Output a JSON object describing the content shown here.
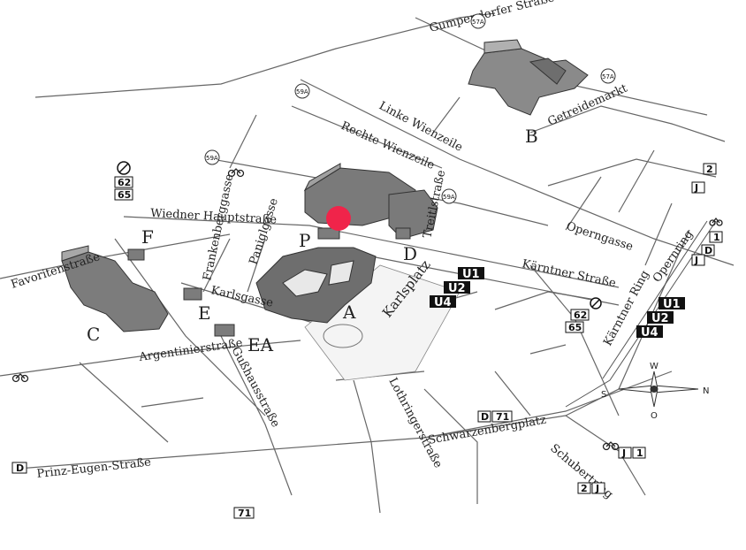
{
  "streets": [
    {
      "text": "Gumpendorfer Straße"
    },
    {
      "text": "Linke Wienzeile"
    },
    {
      "text": "Rechte Wienzeile"
    },
    {
      "text": "Getreidemarkt"
    },
    {
      "text": "Wiedner Hauptstraße"
    },
    {
      "text": "Favoritenstraße"
    },
    {
      "text": "Frankenberggasse"
    },
    {
      "text": "Paniglgasse"
    },
    {
      "text": "Karlsgasse"
    },
    {
      "text": "Argentinierstraße"
    },
    {
      "text": "Gußhausstraße"
    },
    {
      "text": "Operngasse"
    },
    {
      "text": "Kärntner Straße"
    },
    {
      "text": "Opernring"
    },
    {
      "text": "Kärntner Ring"
    },
    {
      "text": "Lothringerstraße"
    },
    {
      "text": "Schwarzenbergplatz"
    },
    {
      "text": "Schubertring"
    },
    {
      "text": "Prinz-Eugen-Straße"
    },
    {
      "text": "Treitlstraße"
    }
  ],
  "squares": [
    {
      "text": "Karlsplatz"
    }
  ],
  "buildings": [
    {
      "label": "A"
    },
    {
      "label": "B"
    },
    {
      "label": "C"
    },
    {
      "label": "D"
    },
    {
      "label": "E"
    },
    {
      "label": "EA"
    },
    {
      "label": "F"
    },
    {
      "label": "P"
    }
  ],
  "ubahn": [
    {
      "text": "U1"
    },
    {
      "text": "U2"
    },
    {
      "text": "U4"
    },
    {
      "text": "U1"
    },
    {
      "text": "U2"
    },
    {
      "text": "U4"
    }
  ],
  "line_boxes": [
    {
      "text": "62"
    },
    {
      "text": "65"
    },
    {
      "text": "2"
    },
    {
      "text": "J"
    },
    {
      "text": "1"
    },
    {
      "text": "D"
    },
    {
      "text": "J"
    },
    {
      "text": "62"
    },
    {
      "text": "65"
    },
    {
      "text": "D"
    },
    {
      "text": "71"
    },
    {
      "text": "J"
    },
    {
      "text": "1"
    },
    {
      "text": "2"
    },
    {
      "text": "J"
    },
    {
      "text": "D"
    },
    {
      "text": "71"
    }
  ],
  "bus_stops": [
    {
      "text": "57A"
    },
    {
      "text": "57A"
    },
    {
      "text": "59A"
    },
    {
      "text": "59A"
    },
    {
      "text": "59A"
    }
  ],
  "compass": {
    "n": "N",
    "s": "S",
    "o": "O",
    "w": "W"
  },
  "marker": {
    "color": "#f0244a"
  }
}
